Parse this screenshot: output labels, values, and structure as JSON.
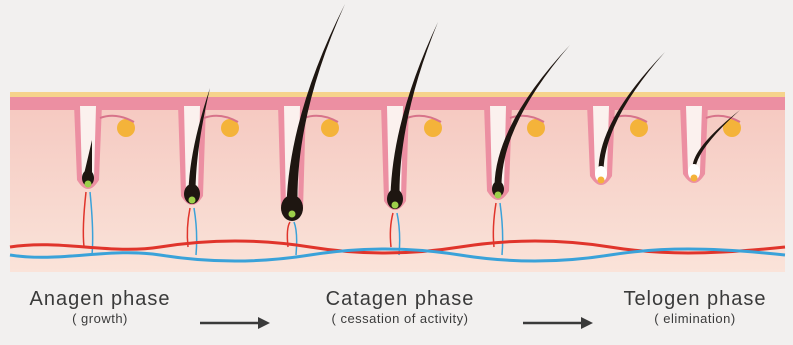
{
  "phases": [
    {
      "name": "Anagen phase",
      "description": "( growth)"
    },
    {
      "name": "Catagen phase",
      "description": "( cessation of activity)"
    },
    {
      "name": "Telogen phase",
      "description": "( elimination)"
    }
  ],
  "colors": {
    "background": "#f2f0ef",
    "skin_surface": "#f6d38c",
    "epidermis": "#ec8fa2",
    "dermis": "#f8ddd2",
    "hair": "#1e1611",
    "sebaceous_gland": "#f4b33a",
    "artery": "#e0342b",
    "vein": "#3aa2d9",
    "arrow": "#3a3a3a"
  },
  "icons": [
    "arrow-right-icon",
    "arrow-right-icon"
  ]
}
